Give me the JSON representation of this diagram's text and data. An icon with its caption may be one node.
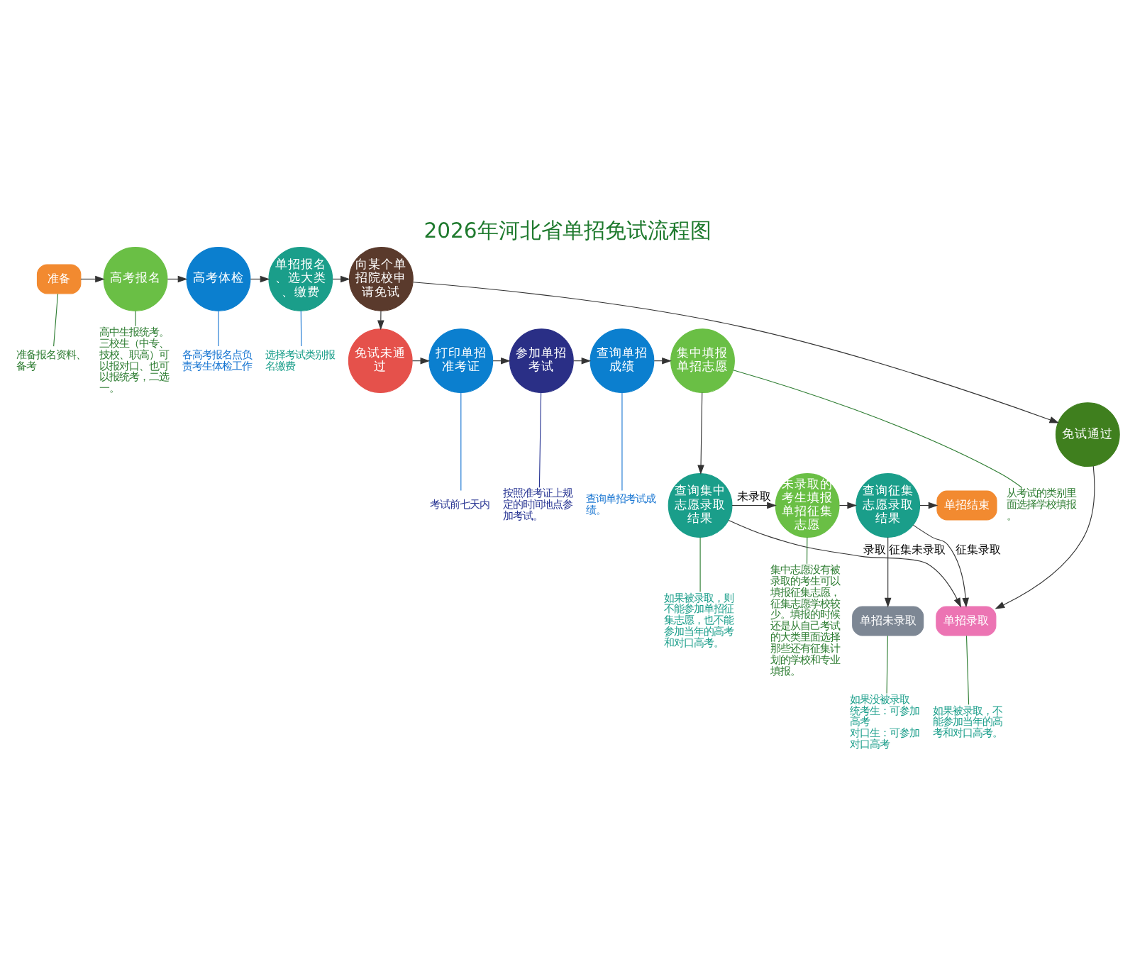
{
  "diagram": {
    "title": "2026年河北省单招免试流程图",
    "nodes": [
      {
        "text": [
          "准备"
        ]
      },
      {
        "text": [
          "高考报名"
        ]
      },
      {
        "text": [
          "高考体检"
        ]
      },
      {
        "text": [
          "单招报名、选大类、缴费"
        ]
      },
      {
        "text": [
          "向某个单招院校申请免试"
        ]
      },
      {
        "text": [
          "免试未通过"
        ]
      },
      {
        "text": [
          "打印单招准考证"
        ]
      },
      {
        "text": [
          "参加单招考试"
        ]
      },
      {
        "text": [
          "查询单招成绩"
        ]
      },
      {
        "text": [
          "集中填报单招志愿"
        ]
      },
      {
        "text": [
          "查询集中志愿录取结果"
        ]
      },
      {
        "text": [
          "未录取的考生填报单招征集志愿"
        ]
      },
      {
        "text": [
          "查询征集志愿录取结果"
        ]
      },
      {
        "text": [
          "单招结束"
        ]
      },
      {
        "text": [
          "单招录取"
        ]
      },
      {
        "text": [
          "单招未录取"
        ]
      },
      {
        "text": [
          "免试通过"
        ]
      },
      {
        "text": [
          "准备报名资料、备考"
        ]
      },
      {
        "text": [
          "高中生报统考。三校生（中专、技校、职高）可以报对口、也可以报统考，二选一。"
        ]
      },
      {
        "text": [
          "各高考报名点负责考生体检工作"
        ]
      },
      {
        "text": [
          "选择考试类别报名缴费"
        ]
      },
      {
        "text": [
          "考试前七天内"
        ]
      },
      {
        "text": [
          "按照准考证上规定的时间地点参加考试。"
        ]
      },
      {
        "text": [
          "查询单招考试成绩。"
        ]
      },
      {
        "text": [
          "从考试的类别里面选择学校填报。"
        ]
      },
      {
        "text": [
          "如果被录取，则不能参加单招征集志愿，也不能参加当年的高考和对口高考。"
        ]
      },
      {
        "text": [
          "集中志愿没有被录取的考生可以填报征集志愿，征集志愿学校较少。填报的时候还是从自己考试的大类里面选择那些还有征集计划的学校和专业填报。"
        ]
      },
      {
        "text": [
          "如果被录取，不能参加当年的高考和对口高考。"
        ]
      },
      {
        "text": [
          "如果没被录取",
          "统考生：可参加高考",
          "对口生：可参加对口高考"
        ]
      }
    ],
    "edges": [
      {
        "from": 0,
        "to": 1,
        "arrow": "to"
      },
      {
        "from": 1,
        "to": 2,
        "arrow": "to"
      },
      {
        "from": 2,
        "to": 3,
        "arrow": "to"
      },
      {
        "from": 3,
        "to": 4,
        "arrow": "to"
      },
      {
        "from": 4,
        "to": 5,
        "arrow": "to"
      },
      {
        "from": 4,
        "to": 16,
        "arrow": "to"
      },
      {
        "from": 5,
        "to": 6,
        "arrow": "to"
      },
      {
        "from": 6,
        "to": 7,
        "arrow": "to"
      },
      {
        "from": 7,
        "to": 8,
        "arrow": "to"
      },
      {
        "from": 8,
        "to": 9,
        "arrow": "to"
      },
      {
        "from": 9,
        "to": 10,
        "arrow": "to"
      },
      {
        "from": 10,
        "to": 11,
        "arrow": "to",
        "label": "未录取"
      },
      {
        "from": 11,
        "to": 12,
        "arrow": "to"
      },
      {
        "from": 12,
        "to": 13,
        "arrow": "to"
      },
      {
        "from": 10,
        "to": 14,
        "arrow": "to",
        "label": "录取"
      },
      {
        "from": 12,
        "to": 14,
        "arrow": "to",
        "label": "征集录取"
      },
      {
        "from": 12,
        "to": 15,
        "arrow": "to",
        "label": "征集未录取"
      },
      {
        "from": 16,
        "to": 14,
        "arrow": "to"
      },
      {
        "from": 0,
        "to": 17,
        "arrow": "none",
        "color": "#2e7d32"
      },
      {
        "from": 1,
        "to": 18,
        "arrow": "none",
        "color": "#2e7d32"
      },
      {
        "from": 2,
        "to": 19,
        "arrow": "none",
        "color": "#1976d2"
      },
      {
        "from": 3,
        "to": 20,
        "arrow": "none",
        "color": "#1976d2"
      },
      {
        "from": 6,
        "to": 21,
        "arrow": "none",
        "color": "#1976d2"
      },
      {
        "from": 7,
        "to": 22,
        "arrow": "none",
        "color": "#283593"
      },
      {
        "from": 8,
        "to": 23,
        "arrow": "none",
        "color": "#1976d2"
      },
      {
        "from": 9,
        "to": 24,
        "arrow": "none",
        "color": "#2e7d32"
      },
      {
        "from": 10,
        "to": 25,
        "arrow": "none",
        "color": "#2e7d32"
      },
      {
        "from": 11,
        "to": 26,
        "arrow": "none",
        "color": "#2e7d32"
      },
      {
        "from": 14,
        "to": 27,
        "arrow": "none",
        "color": "#2e7d32"
      },
      {
        "from": 15,
        "to": 28,
        "arrow": "none",
        "color": "#2e7d32"
      }
    ]
  }
}
